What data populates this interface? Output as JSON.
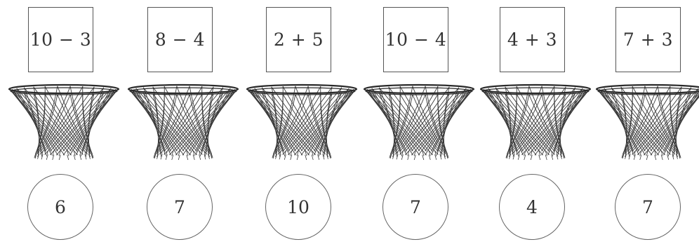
{
  "cards": [
    {
      "expression": "10 − 3",
      "answer": "6"
    },
    {
      "expression": "8 − 4",
      "answer": "7"
    },
    {
      "expression": "2 + 5",
      "answer": "10"
    },
    {
      "expression": "10 − 4",
      "answer": "7"
    },
    {
      "expression": "4 + 3",
      "answer": "4"
    },
    {
      "expression": "7 + 3",
      "answer": "7"
    }
  ],
  "icons": {
    "hoop": "basketball-hoop-net-icon"
  },
  "colors": {
    "line": "#555555",
    "net": "#3a3a3a",
    "background": "#ffffff"
  }
}
